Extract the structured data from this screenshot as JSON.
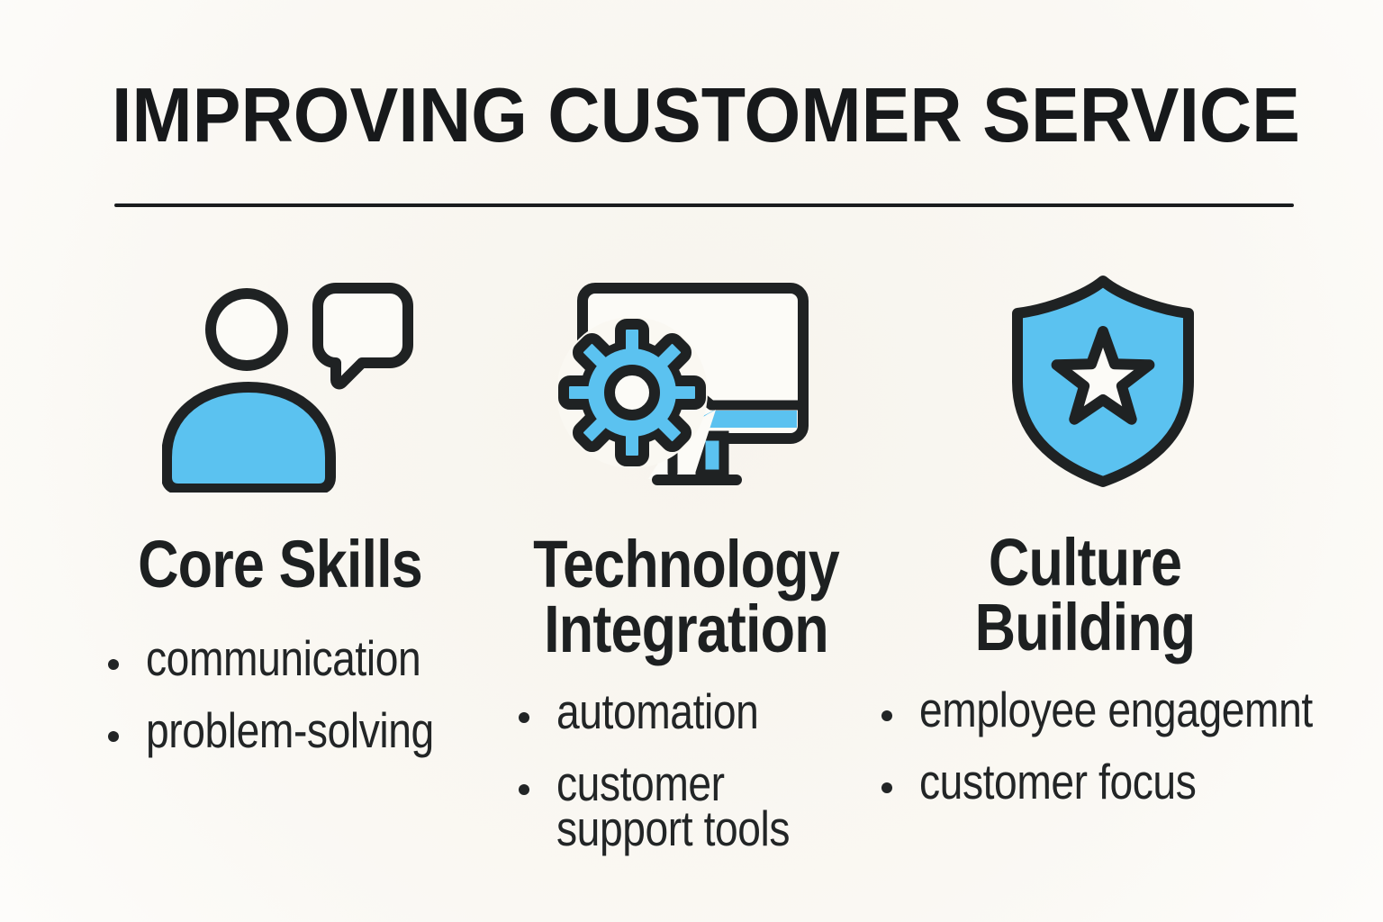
{
  "title": "IMPROVING CUSTOMER SERVICE",
  "colors": {
    "background": "#F8F5EF",
    "ink": "#1F2223",
    "accent_blue": "#5BC2F0",
    "fill_white": "#FCFBF7"
  },
  "columns": [
    {
      "icon": "person-chat-icon",
      "heading": "Core Skills",
      "heading_lines": [
        "Core Skills"
      ],
      "bullets": [
        "communication",
        "problem-solving"
      ]
    },
    {
      "icon": "gear-monitor-icon",
      "heading": "Technology Integration",
      "heading_lines": [
        "Technology",
        "Integration"
      ],
      "bullets": [
        "automation",
        "customer support tools"
      ]
    },
    {
      "icon": "shield-star-icon",
      "heading": "Culture Building",
      "heading_lines": [
        "Culture",
        "Building"
      ],
      "bullets": [
        "employee engagemnt",
        "customer focus"
      ]
    }
  ]
}
